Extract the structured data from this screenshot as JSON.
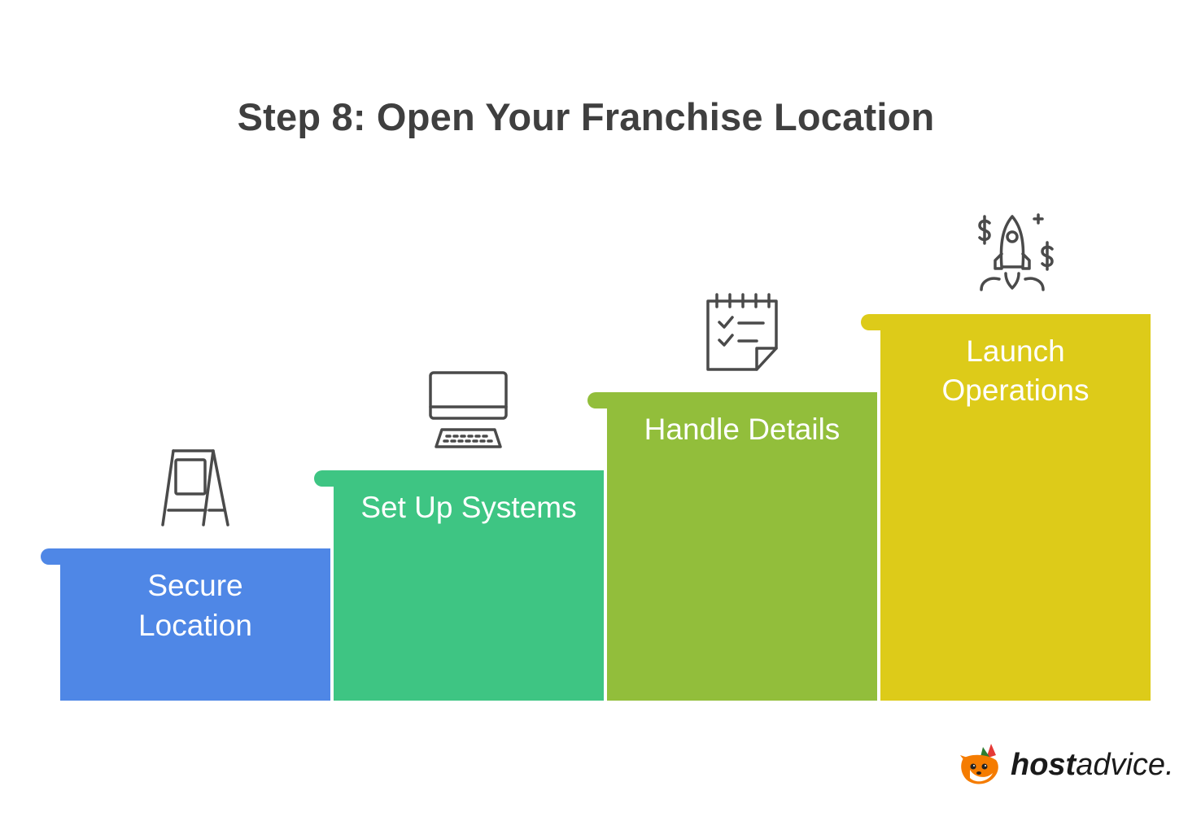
{
  "title": "Step 8: Open Your Franchise Location",
  "steps": [
    {
      "label_lines": [
        "Secure",
        "Location"
      ],
      "icon": "sign-board-icon",
      "color": "#4f87e6"
    },
    {
      "label_lines": [
        "Set Up Systems"
      ],
      "icon": "computer-icon",
      "color": "#3ec583"
    },
    {
      "label_lines": [
        "Handle Details"
      ],
      "icon": "checklist-icon",
      "color": "#92be3b"
    },
    {
      "label_lines": [
        "Launch",
        "Operations"
      ],
      "icon": "rocket-icon",
      "color": "#ddcb19"
    }
  ],
  "brand": {
    "bold": "host",
    "rest": "advice."
  }
}
